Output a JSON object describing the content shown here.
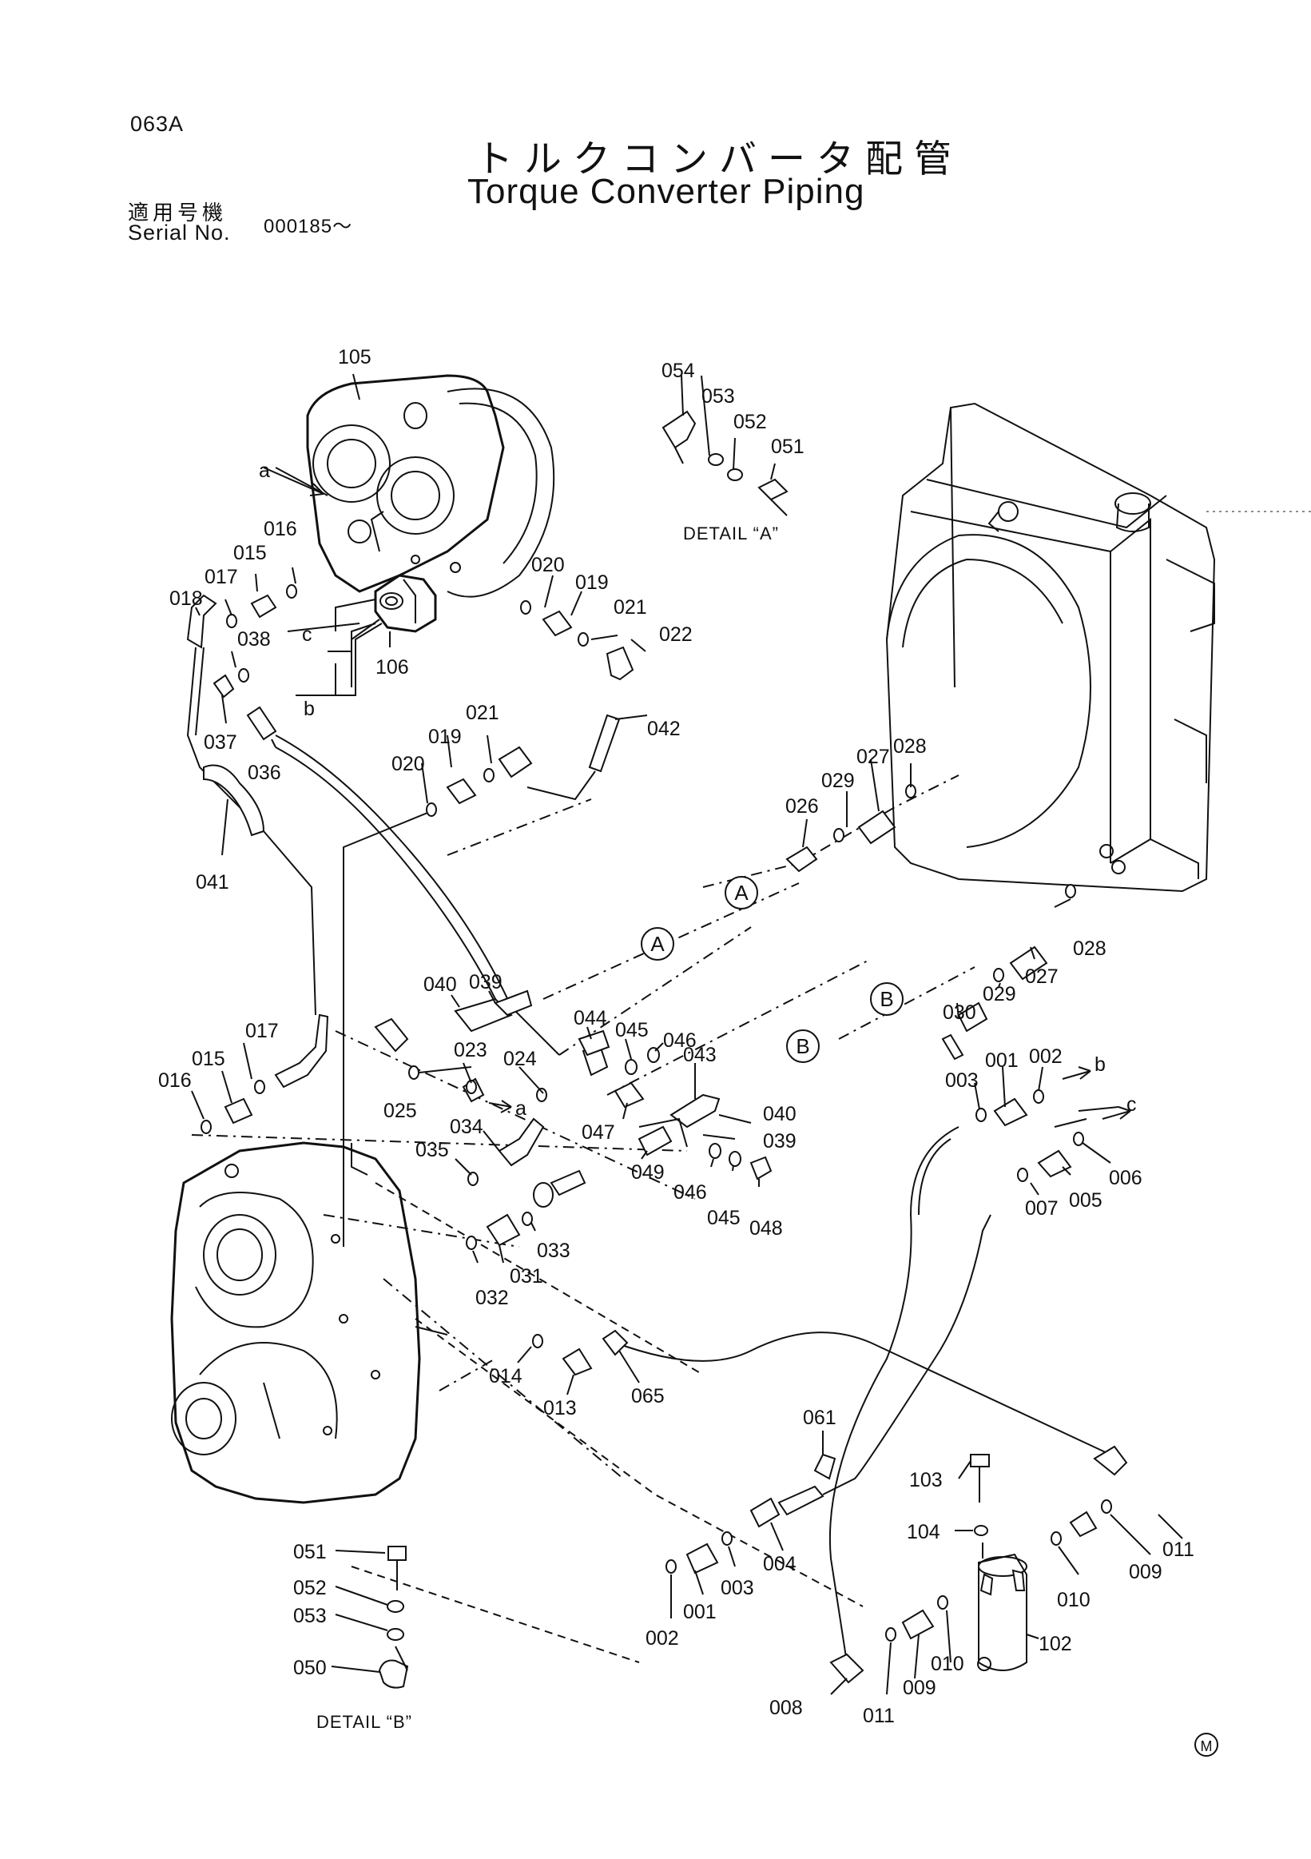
{
  "header": {
    "page_code": "063A",
    "title_jp": "トルクコンバータ配管",
    "title_en": "Torque Converter Piping",
    "serial_label_jp": "適用号機",
    "serial_label_en": "Serial No.",
    "serial_value": "000185～"
  },
  "details": {
    "a": "DETAIL “A”",
    "b": "DETAIL “B”"
  },
  "circle_labels": {
    "a": "A",
    "b": "B",
    "mark": "M"
  },
  "callouts": {
    "c105": "105",
    "c106": "106",
    "ca1": "a",
    "ca2": "a",
    "cb1": "b",
    "cb2": "b",
    "cc1": "c",
    "cc2": "c",
    "c054": "054",
    "c053": "053",
    "c052": "052",
    "c051": "051",
    "c016a": "016",
    "c015a": "015",
    "c017a": "017",
    "c018": "018",
    "c038": "038",
    "c037": "037",
    "c036": "036",
    "c041": "041",
    "c020a": "020",
    "c019a": "019",
    "c021a": "021",
    "c022": "022",
    "c042": "042",
    "c020b": "020",
    "c019b": "019",
    "c021b": "021",
    "c027a": "027",
    "c028a": "028",
    "c029a": "029",
    "c026": "026",
    "c040a": "040",
    "c039a": "039",
    "c044": "044",
    "c045a": "045",
    "c046a": "046",
    "c043": "043",
    "c023": "023",
    "c024": "024",
    "c025": "025",
    "c047": "047",
    "c040b": "040",
    "c039b": "039",
    "c049": "049",
    "c046b": "046",
    "c045b": "045",
    "c048": "048",
    "c034": "034",
    "c035": "035",
    "c033": "033",
    "c031": "031",
    "c032": "032",
    "c017b": "017",
    "c015b": "015",
    "c016b": "016",
    "c027b": "027",
    "c028b": "028",
    "c029b": "029",
    "c030": "030",
    "c003a": "003",
    "c001a": "001",
    "c002a": "002",
    "c007": "007",
    "c005": "005",
    "c006": "006",
    "c014": "014",
    "c013": "013",
    "c065": "065",
    "c061": "061",
    "c103": "103",
    "c104": "104",
    "c102": "102",
    "c004": "004",
    "c003b": "003",
    "c001b": "001",
    "c002b": "002",
    "c011a": "011",
    "c009a": "009",
    "c010a": "010",
    "c008": "008",
    "c011b": "011",
    "c009b": "009",
    "c010b": "010",
    "c051b": "051",
    "c052b": "052",
    "c053b": "053",
    "c050": "050"
  }
}
